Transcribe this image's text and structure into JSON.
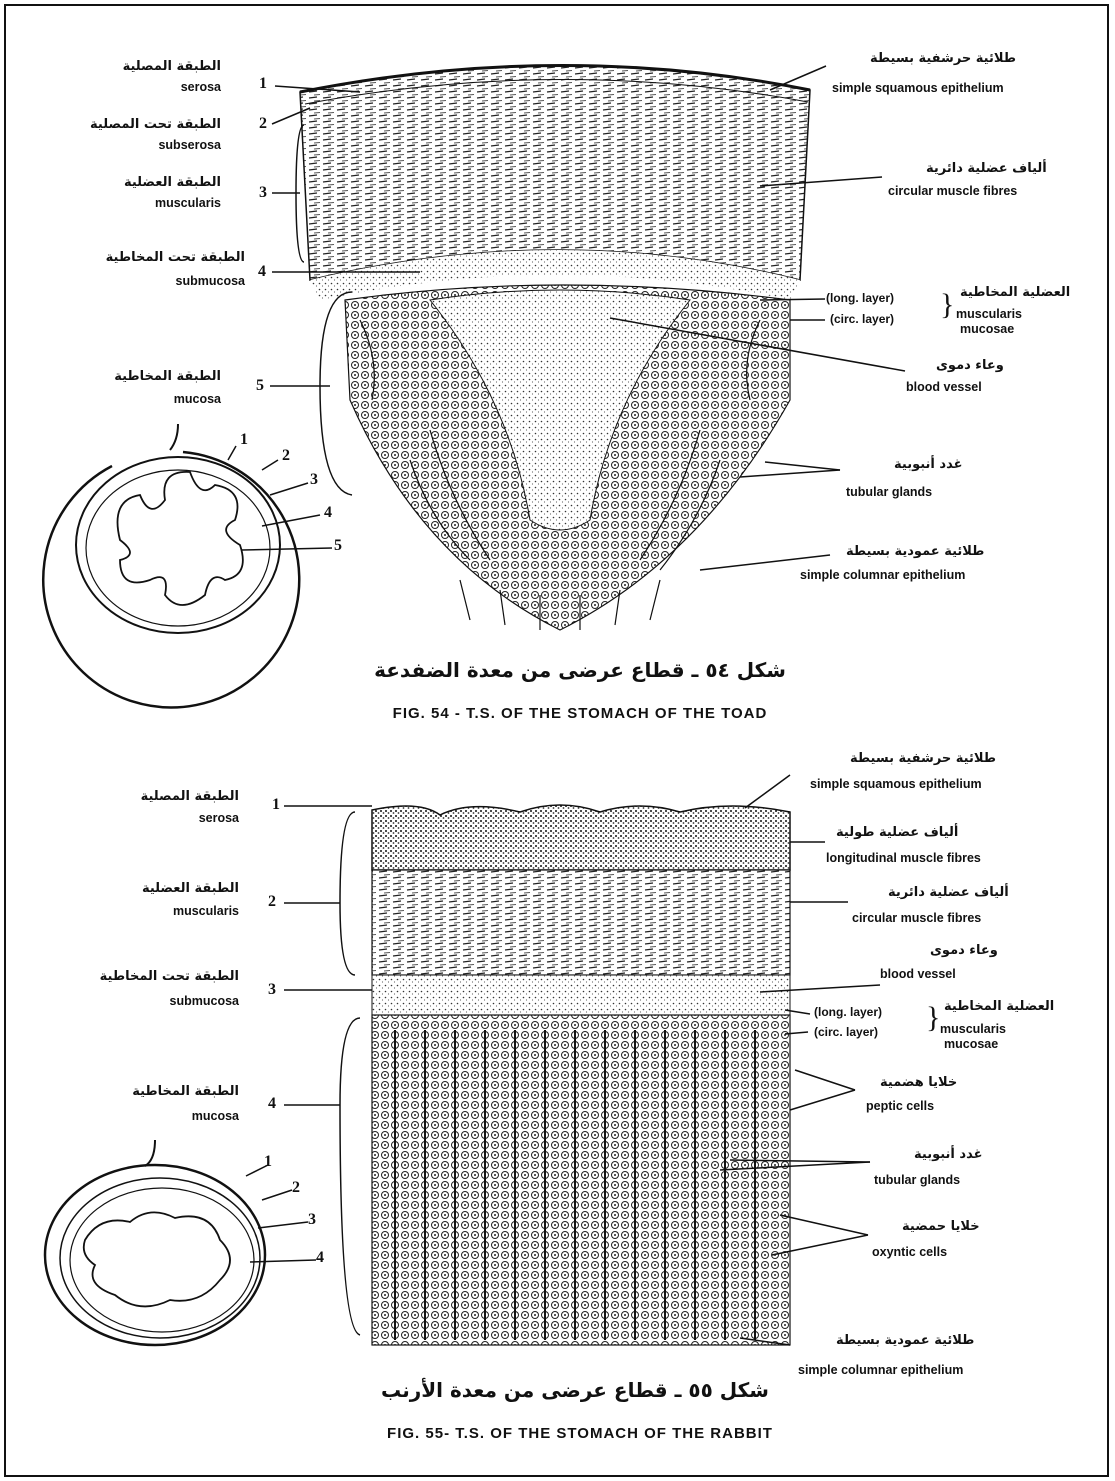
{
  "fig54": {
    "caption_ar": "شكل ٥٤ ـ قطاع عرضى من معدة الضفدعة",
    "caption_en": "FIG. 54 - T.S. OF THE STOMACH OF THE TOAD",
    "left_labels": [
      {
        "num": "1",
        "ar": "الطبقة المصلية",
        "en": "serosa"
      },
      {
        "num": "2",
        "ar": "الطبقة تحت المصلية",
        "en": "subserosa"
      },
      {
        "num": "3",
        "ar": "الطبقة العضلية",
        "en": "muscularis"
      },
      {
        "num": "4",
        "ar": "الطبقة تحت المخاطية",
        "en": "submucosa"
      },
      {
        "num": "5",
        "ar": "الطبقة المخاطية",
        "en": "mucosa"
      }
    ],
    "right_labels": {
      "squamous_ar": "طلائية حرشفية بسيطة",
      "squamous_en": "simple squamous epithelium",
      "circular_ar": "ألياف عضلية دائرية",
      "circular_en": "circular muscle fibres",
      "mm_ar": "العضلية المخاطية",
      "mm_en1": "muscularis",
      "mm_en2": "mucosae",
      "long_layer": "(long. layer)",
      "circ_layer": "(circ. layer)",
      "vessel_ar": "وعاء دموى",
      "vessel_en": "blood vessel",
      "glands_ar": "غدد أنبوبية",
      "glands_en": "tubular glands",
      "columnar_ar": "طلائية عمودية بسيطة",
      "columnar_en": "simple columnar epithelium"
    },
    "inset_numbers": [
      "1",
      "2",
      "3",
      "4",
      "5"
    ]
  },
  "fig55": {
    "caption_ar": "شكل ٥٥ ـ قطاع عرضى من معدة الأرنب",
    "caption_en": "FIG. 55- T.S. OF THE STOMACH OF THE RABBIT",
    "left_labels": [
      {
        "num": "1",
        "ar": "الطبقة المصلية",
        "en": "serosa"
      },
      {
        "num": "2",
        "ar": "الطبقة العضلية",
        "en": "muscularis"
      },
      {
        "num": "3",
        "ar": "الطبقة تحت المخاطية",
        "en": "submucosa"
      },
      {
        "num": "4",
        "ar": "الطبقة المخاطية",
        "en": "mucosa"
      }
    ],
    "right_labels": {
      "squamous_ar": "طلائية حرشفية بسيطة",
      "squamous_en": "simple squamous epithelium",
      "longit_ar": "ألياف عضلية طولية",
      "longit_en": "longitudinal muscle fibres",
      "circular_ar": "ألياف عضلية دائرية",
      "circular_en": "circular muscle fibres",
      "vessel_ar": "وعاء دموى",
      "vessel_en": "blood vessel",
      "mm_ar": "العضلية المخاطية",
      "mm_en1": "muscularis",
      "mm_en2": "mucosae",
      "long_layer": "(long. layer)",
      "circ_layer": "(circ. layer)",
      "peptic_ar": "خلايا هضمية",
      "peptic_en": "peptic cells",
      "glands_ar": "غدد أنبوبية",
      "glands_en": "tubular glands",
      "oxyntic_ar": "خلايا حمضية",
      "oxyntic_en": "oxyntic cells",
      "columnar_ar": "طلائية عمودية بسيطة",
      "columnar_en": "simple columnar epithelium"
    },
    "inset_numbers": [
      "1",
      "2",
      "3",
      "4"
    ]
  }
}
